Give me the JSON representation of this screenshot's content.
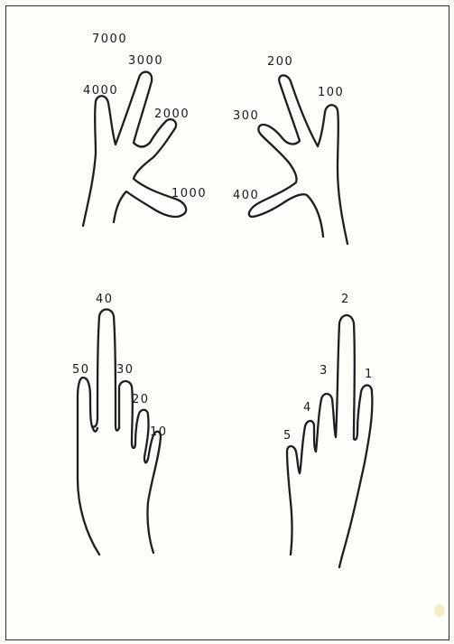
{
  "labels": {
    "top_left": {
      "n7000": "7000",
      "n4000": "4000",
      "n3000": "3000",
      "n2000": "2000",
      "n1000": "1000"
    },
    "top_right": {
      "n200": "200",
      "n100": "100",
      "n300": "300",
      "n400": "400"
    },
    "bottom_left": {
      "n40": "40",
      "n50": "50",
      "n30": "30",
      "n20": "20",
      "n10": "10"
    },
    "bottom_right": {
      "n2": "2",
      "n3": "3",
      "n1": "1",
      "n4": "4",
      "n5": "5"
    }
  },
  "colors": {
    "paper": "#fbfbf8",
    "ink": "#1e1e1e"
  }
}
